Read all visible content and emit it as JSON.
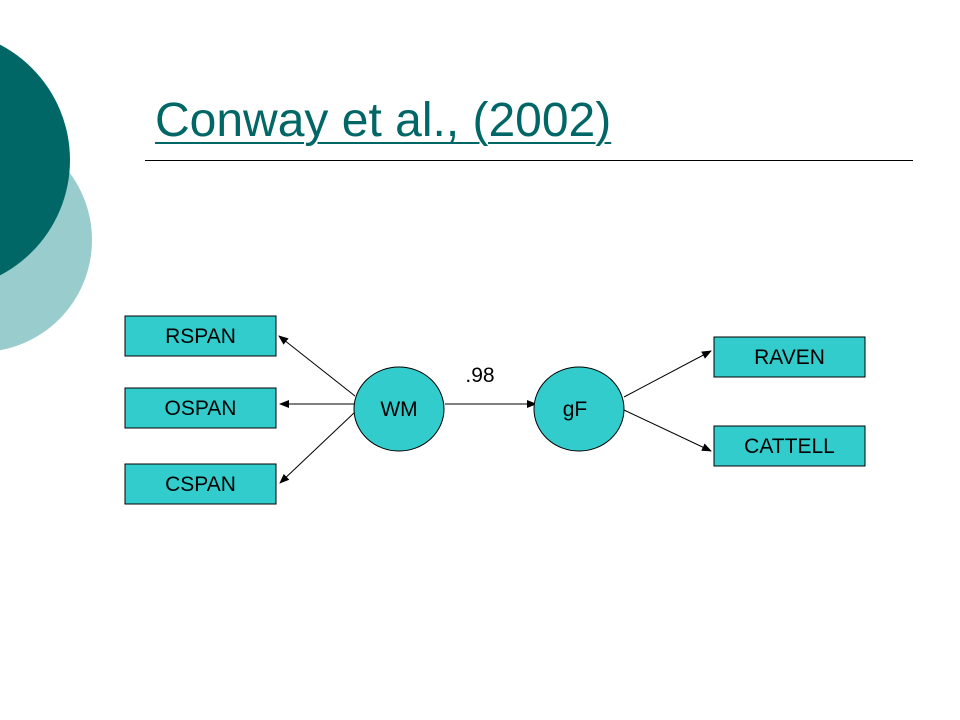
{
  "slide": {
    "title": "Conway et al., (2002)"
  },
  "colors": {
    "title": "#006666",
    "node_fill": "#33CCCC",
    "deco_dark": "#006666",
    "deco_light": "#99CCCC",
    "edge": "#000000"
  },
  "diagram": {
    "latent": {
      "wm": "WM",
      "gf": "gF"
    },
    "indicators": {
      "rspan": "RSPAN",
      "ospan": "OSPAN",
      "cspan": "CSPAN",
      "raven": "RAVEN",
      "cattell": "CATTELL"
    },
    "path_coefficient": ".98"
  }
}
